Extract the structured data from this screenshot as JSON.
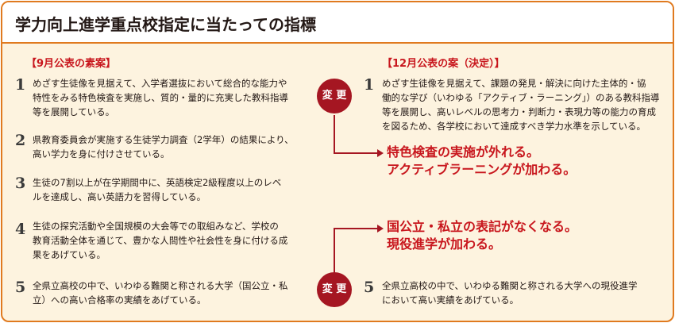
{
  "title": "学力向上進学重点校指定に当たっての指標",
  "left": {
    "heading": "【9月公表の素案】",
    "items": [
      {
        "num": "1",
        "lines": [
          "めざす生徒像を見据えて、入学者選抜において総合的な能力や",
          "特性をみる特色検査を実施し、質的・量的に充実した教科指導",
          "等を展開している。"
        ]
      },
      {
        "num": "2",
        "lines": [
          "県教育委員会が実施する生徒学力調査（2学年）の結果により、",
          "高い学力を身に付けさせている。"
        ]
      },
      {
        "num": "3",
        "lines": [
          "生徒の7割以上が在学期間中に、英語検定2級程度以上のレベ",
          "ルを達成し、高い英語力を習得している。"
        ]
      },
      {
        "num": "4",
        "lines": [
          "生徒の探究活動や全国規模の大会等での取組みなど、学校の",
          "教育活動全体を通じて、豊かな人間性や社会性を身に付ける成",
          "果をあげている。"
        ]
      },
      {
        "num": "5",
        "lines": [
          "全県立高校の中で、いわゆる難関と称される大学（国公立・私",
          "立）への高い合格率の実績をあげている。"
        ]
      }
    ]
  },
  "right": {
    "heading": "【12月公表の案（決定）】",
    "items": [
      {
        "num": "1",
        "lines": [
          "めざす生徒像を見据えて、課題の発見・解決に向けた主体的・協",
          "働的な学び（いわゆる「アクティブ・ラーニング」）のある教科指導",
          "等を展開し、高いレベルの思考力・判断力・表現力等の能力の育成",
          "を図るため、各学校において達成すべき学力水準を示している。"
        ]
      },
      {
        "num": "5",
        "lines": [
          "全県立高校の中で、いわゆる難関と称される大学への現役進学",
          "において高い実績をあげている。"
        ]
      }
    ]
  },
  "change_label": "変 更",
  "result1": [
    "特色検査の実施が外れる。",
    "アクティブラーニングが加わる。"
  ],
  "result2": [
    "国公立・私立の表記がなくなる。",
    "現役進学が加わる。"
  ],
  "colors": {
    "accent": "#c8161d",
    "circle": "#a51622",
    "border": "#e07a1f",
    "background": "#fdf3df"
  }
}
